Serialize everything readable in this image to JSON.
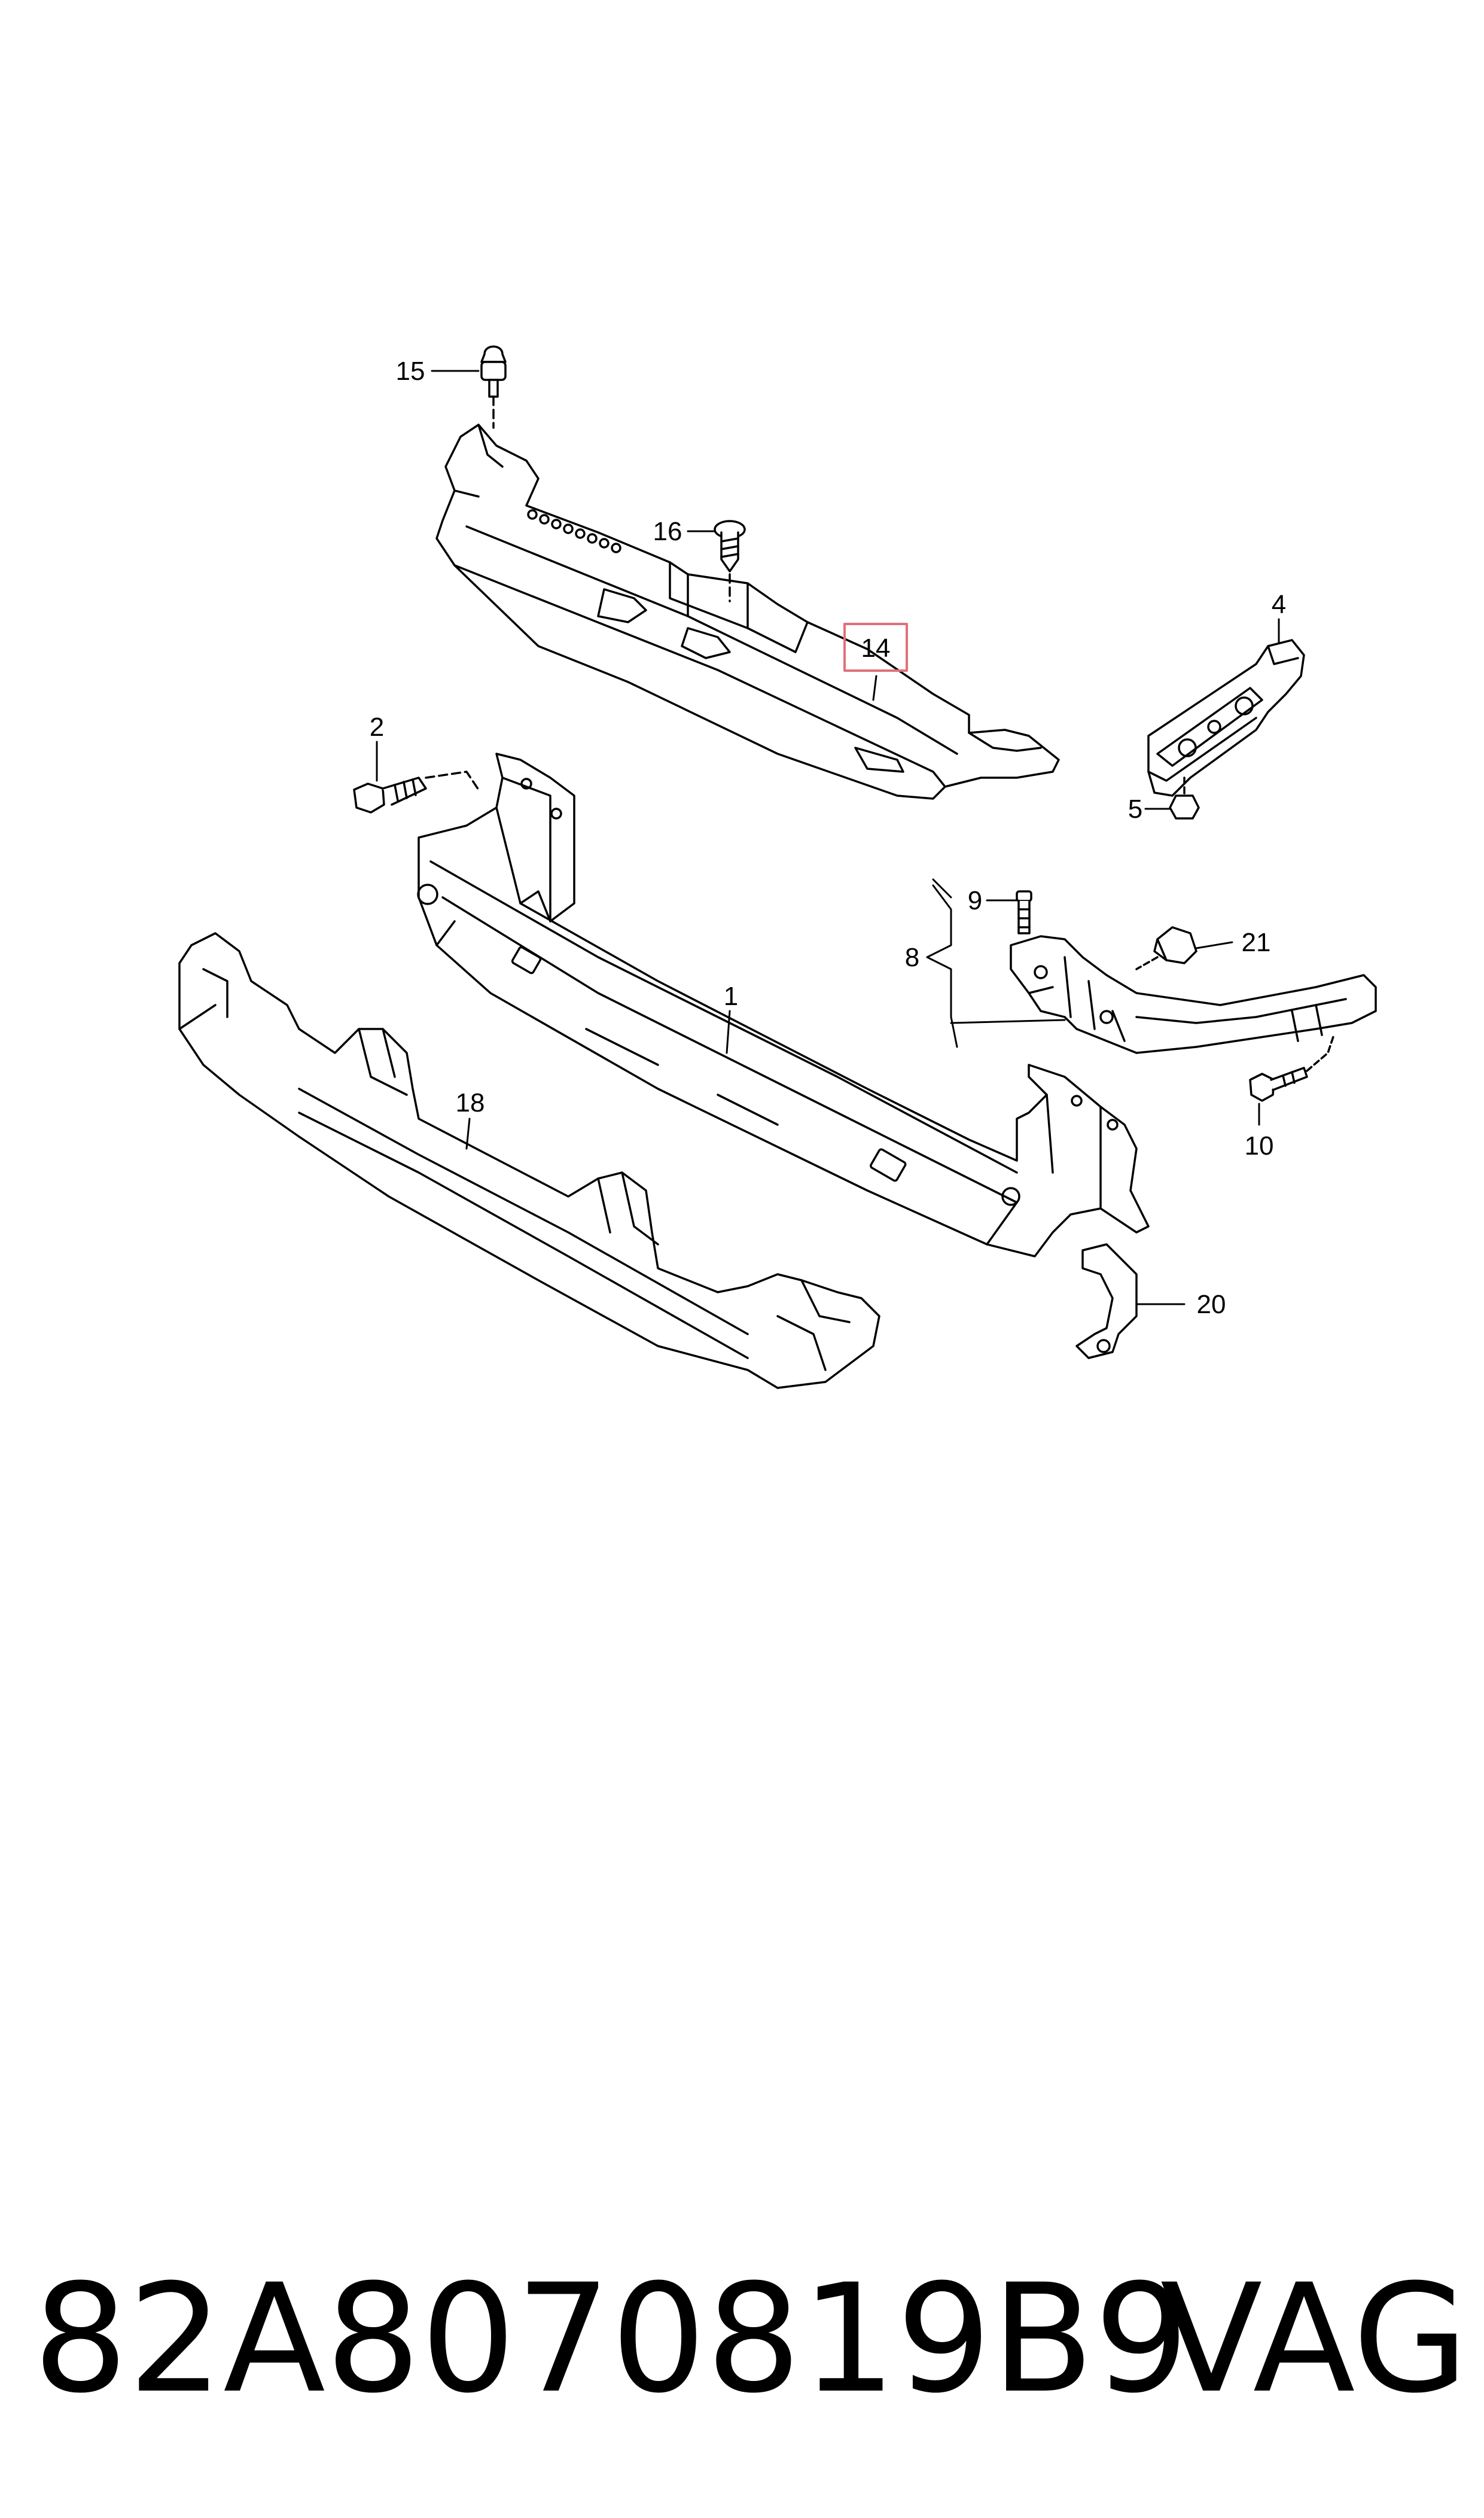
{
  "callouts": {
    "c1": "1",
    "c2": "2",
    "c4": "4",
    "c5": "5",
    "c8": "8",
    "c9": "9",
    "c10": "10",
    "c14": "14",
    "c15": "15",
    "c16": "16",
    "c18": "18",
    "c20": "20",
    "c21": "21"
  },
  "highlight": {
    "part": "14",
    "color": "#e0707a"
  },
  "footer": {
    "part_number": "82A8070819B9",
    "brand": "VAG"
  }
}
